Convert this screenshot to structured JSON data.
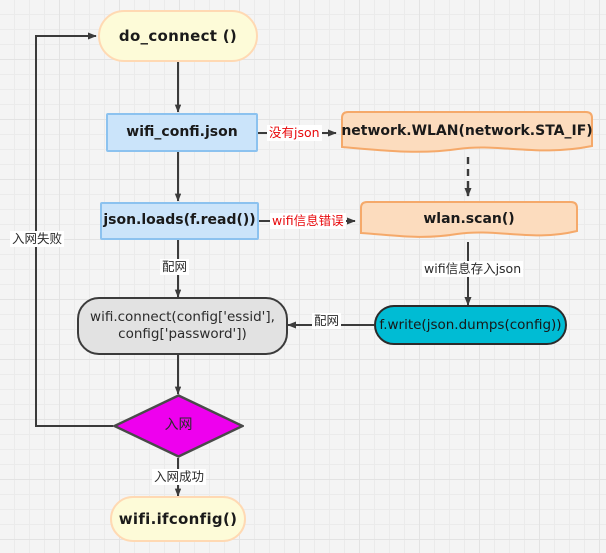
{
  "diagram": {
    "title": "do_connect wifi flowchart",
    "colors": {
      "yellow_fill": "#fdfbd8",
      "yellow_stroke": "#ffd9b3",
      "blue_fill": "#cbe4fa",
      "blue_stroke": "#8cc2ef",
      "orange_fill": "#fcdcbe",
      "orange_stroke": "#f5a96a",
      "gray_fill": "#e2e2e2",
      "gray_stroke": "#3b3b3b",
      "cyan_fill": "#00bcd4",
      "cyan_stroke": "#2b2b2b",
      "magenta_fill": "#ee00ee",
      "magenta_stroke": "#4a4a4a",
      "edge_stroke": "#3b3b3b",
      "label_red": "#e8090c",
      "background": "#f4f4f4",
      "grid_minor": "#ebebeb",
      "grid_major": "#e3e3e3"
    },
    "nodes": [
      {
        "id": "do_connect",
        "label": "do_connect ()"
      },
      {
        "id": "wifi_confi",
        "label": "wifi_confi.json"
      },
      {
        "id": "json_loads",
        "label": "json.loads(f.read())"
      },
      {
        "id": "network_wlan",
        "label": "network.WLAN(network.STA_IF)"
      },
      {
        "id": "wlan_scan",
        "label": "wlan.scan()"
      },
      {
        "id": "wifi_connect_line1",
        "label": "wifi.connect(config['essid'],"
      },
      {
        "id": "wifi_connect_line2",
        "label": "config['password'])"
      },
      {
        "id": "f_write",
        "label": "f.write(json.dumps(config))"
      },
      {
        "id": "decision",
        "label": "入网"
      },
      {
        "id": "ifconfig",
        "label": "wifi.ifconfig()"
      }
    ],
    "edge_labels": [
      {
        "id": "no_json",
        "label": "没有json"
      },
      {
        "id": "wifi_info_err",
        "label": "wifi信息错误"
      },
      {
        "id": "peiwang_top",
        "label": "配网"
      },
      {
        "id": "peiwang_right",
        "label": "配网"
      },
      {
        "id": "save_json",
        "label": "wifi信息存入json"
      },
      {
        "id": "join_fail",
        "label": "入网失败"
      },
      {
        "id": "join_success",
        "label": "入网成功"
      }
    ]
  }
}
